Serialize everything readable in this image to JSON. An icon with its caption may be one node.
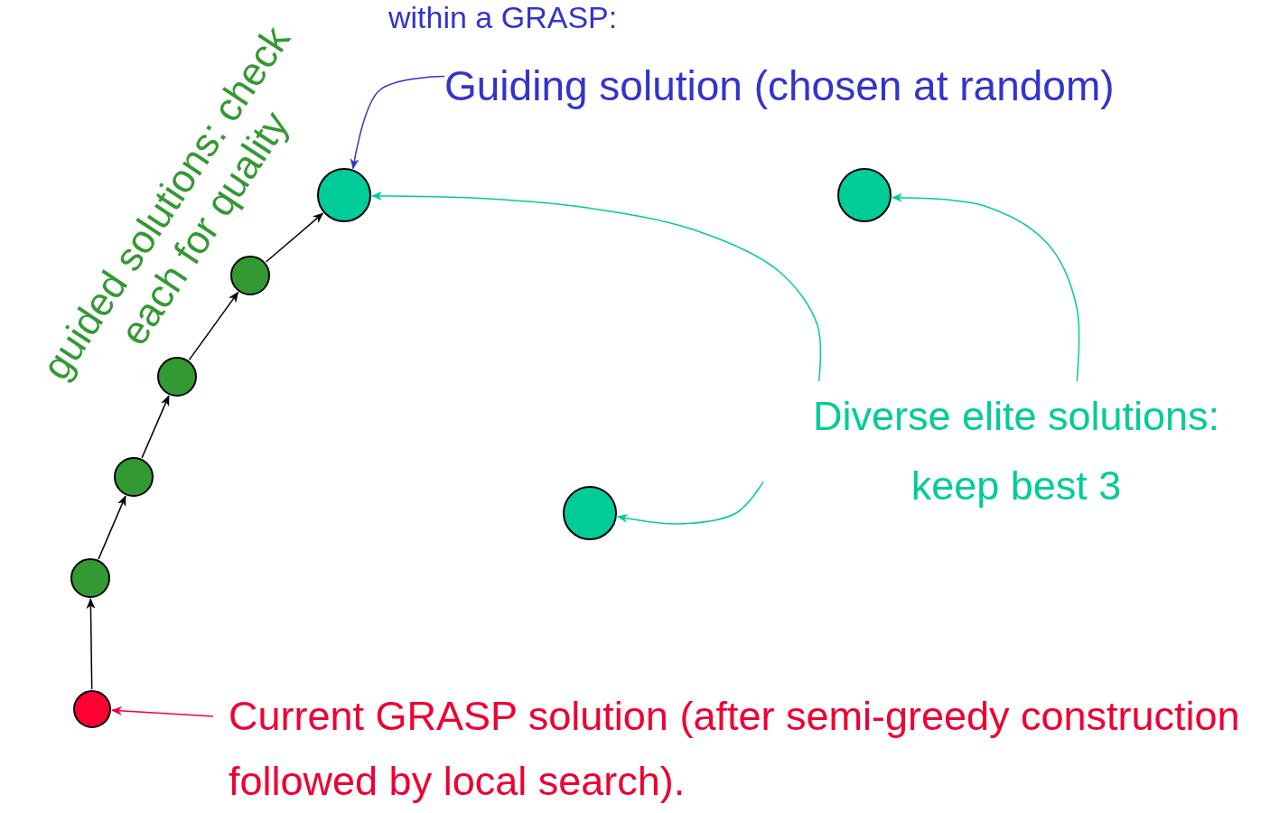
{
  "diagram": {
    "title": "within a GRASP:",
    "nodes": [
      {
        "text": [],
        "shape": "circle"
      },
      {
        "text": [],
        "shape": "circle"
      },
      {
        "text": [],
        "shape": "circle"
      },
      {
        "text": [],
        "shape": "circle"
      },
      {
        "text": [],
        "shape": "circle"
      },
      {
        "text": [],
        "shape": "circle"
      },
      {
        "text": [],
        "shape": "circle"
      },
      {
        "text": [],
        "shape": "circle"
      },
      {
        "text": [
          "Guiding solution (chosen at random)"
        ]
      },
      {
        "text": [
          "Diverse elite solutions: keep best 3"
        ]
      },
      {
        "text": [
          "Current GRASP solution (after semi-greedy construction followed by local search)."
        ]
      }
    ],
    "edges": [
      {
        "from": 0,
        "to": 1,
        "arrow": "to"
      },
      {
        "from": 1,
        "to": 2,
        "arrow": "to"
      },
      {
        "from": 2,
        "to": 3,
        "arrow": "to"
      },
      {
        "from": 3,
        "to": 4,
        "arrow": "to"
      },
      {
        "from": 4,
        "to": 5,
        "arrow": "to"
      },
      {
        "from": 8,
        "to": 5,
        "arrow": "to",
        "color": "#3333cc"
      },
      {
        "from": 9,
        "to": 5,
        "arrow": "to",
        "color": "#00cc99"
      },
      {
        "from": 9,
        "to": 6,
        "arrow": "to",
        "color": "#00cc99"
      },
      {
        "from": 9,
        "to": 7,
        "arrow": "to",
        "color": "#00cc99"
      },
      {
        "from": 10,
        "to": 0,
        "arrow": "to",
        "color": "#ee0033"
      }
    ],
    "labels": [
      "guided solutions: check each for quality"
    ]
  }
}
